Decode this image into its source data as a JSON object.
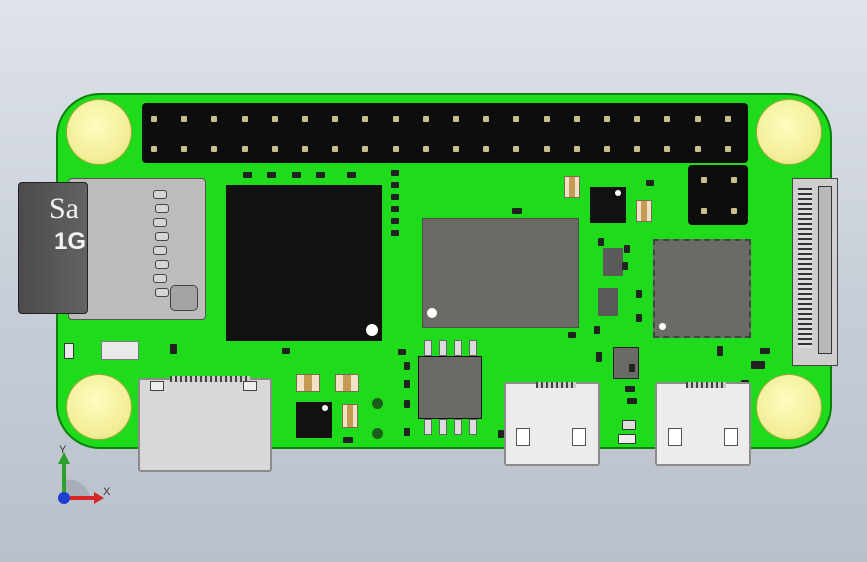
{
  "sd_card": {
    "brand_fragment": "Sa",
    "capacity": "1G"
  },
  "axes": {
    "x_label": "X",
    "y_label": "Y"
  },
  "colors": {
    "pcb": "#1edc1c",
    "pad": "#f3ef9a",
    "header": "#0d0d0d"
  }
}
